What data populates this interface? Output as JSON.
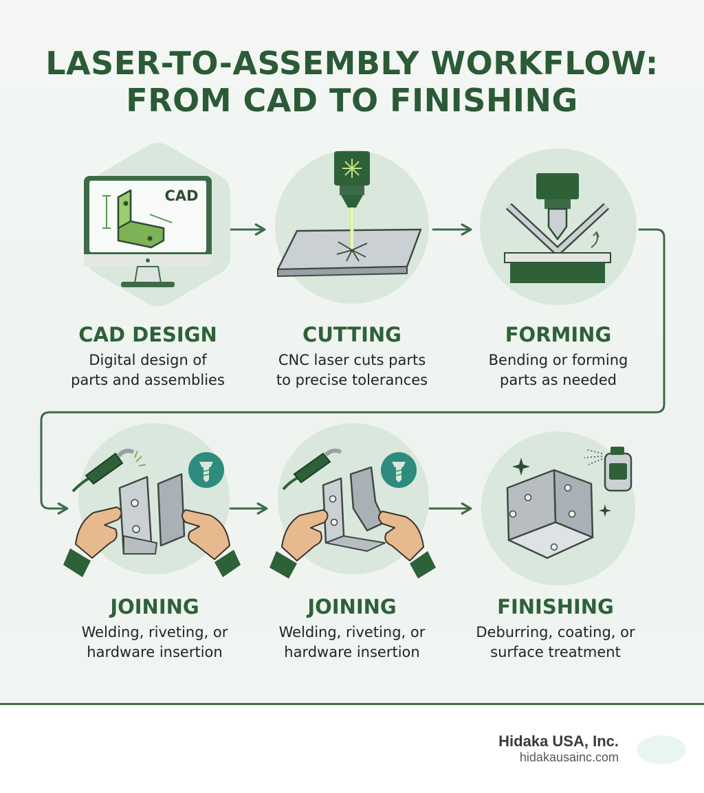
{
  "title": {
    "line1": "LASER-TO-ASSEMBLY WORKFLOW:",
    "line2": "FROM CAD TO FINISHING"
  },
  "colors": {
    "primary_green": "#2e6138",
    "light_green_circle": "#d9e7dc",
    "accent_green": "#7db356",
    "teal_badge": "#2d8c7e",
    "metal": "#c8ccd0"
  },
  "steps": [
    {
      "title": "CAD DESIGN",
      "desc_line1": "Digital design of",
      "desc_line2": "parts and assemblies",
      "icon": "computer-cad-icon",
      "icon_label": "CAD"
    },
    {
      "title": "CUTTING",
      "desc_line1": "CNC laser cuts parts",
      "desc_line2": "to precise tolerances",
      "icon": "laser-cutter-icon"
    },
    {
      "title": "FORMING",
      "desc_line1": "Bending or forming",
      "desc_line2": "parts as needed",
      "icon": "press-brake-icon"
    },
    {
      "title": "JOINING",
      "desc_line1": "Welding, riveting, or",
      "desc_line2": "hardware insertion",
      "icon": "welding-hands-icon"
    },
    {
      "title": "JOINING",
      "desc_line1": "Welding, riveting, or",
      "desc_line2": "hardware insertion",
      "icon": "assembly-hands-icon"
    },
    {
      "title": "FINISHING",
      "desc_line1": "Deburring, coating, or",
      "desc_line2": "surface treatment",
      "icon": "finished-bracket-icon"
    }
  ],
  "footer": {
    "company": "Hidaka USA, Inc.",
    "website": "hidakausainc.com"
  }
}
